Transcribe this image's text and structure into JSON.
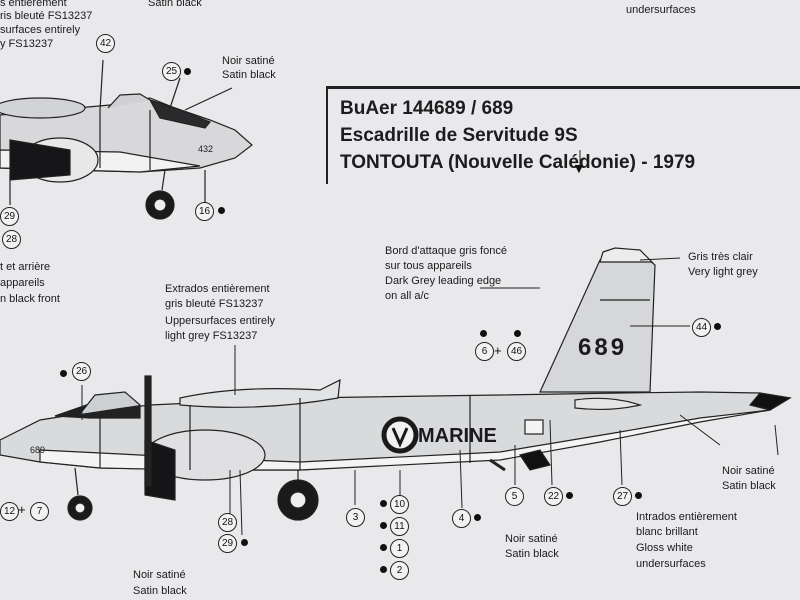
{
  "top_fragments": {
    "entier_lines": [
      "s entièrement",
      "ris bleuté FS13237",
      "surfaces entirely",
      "y FS13237"
    ],
    "satin_top": "Satin black",
    "undersurfaces_top": "undersurfaces"
  },
  "title": {
    "line1": "BuAer 144689 / 689",
    "line2": "Escadrille de Servitude 9S",
    "line3": "TONTOUTA (Nouvelle Calédonie) - 1979"
  },
  "upper_aircraft": {
    "noir_satine": "Noir satiné",
    "satin_black": "Satin black",
    "nose_number": "432",
    "left_lines": [
      "t et arrière",
      "appareils",
      "n black front"
    ]
  },
  "notes": {
    "leading_edge": [
      "Bord d'attaque gris foncé",
      "sur tous appareils",
      "Dark Grey leading edge",
      "on all a/c"
    ],
    "fin": [
      "Gris très clair",
      "Very light grey"
    ],
    "extrados": [
      "Extrados entièrement",
      "gris bleuté FS13237",
      "Uppersurfaces entirely",
      "light grey FS13237"
    ],
    "satin_under_tail": [
      "Noir satiné",
      "Satin black"
    ],
    "satin_under_mid": [
      "Noir satiné",
      "Satin black"
    ],
    "satin_under_nose": [
      "Noir satiné",
      "Satin black"
    ],
    "intrados": [
      "Intrados entièrement",
      "blanc brillant",
      "Gloss white",
      "undersurfaces"
    ]
  },
  "main_aircraft": {
    "tail_number": "689",
    "nose_number": "689",
    "marine_label": "MARINE"
  },
  "callouts": {
    "c42": "42",
    "c25": "25",
    "c29": "29",
    "c28": "28",
    "c16": "16",
    "c6": "6",
    "c46": "46",
    "c44": "44",
    "c26": "26",
    "c12": "12",
    "c7": "7",
    "c28b": "28",
    "c29b": "29",
    "c3": "3",
    "c10": "10",
    "c11": "11",
    "c1": "1",
    "c2": "2",
    "c4": "4",
    "c5": "5",
    "c22": "22",
    "c27": "27"
  },
  "plus_sign": "+"
}
